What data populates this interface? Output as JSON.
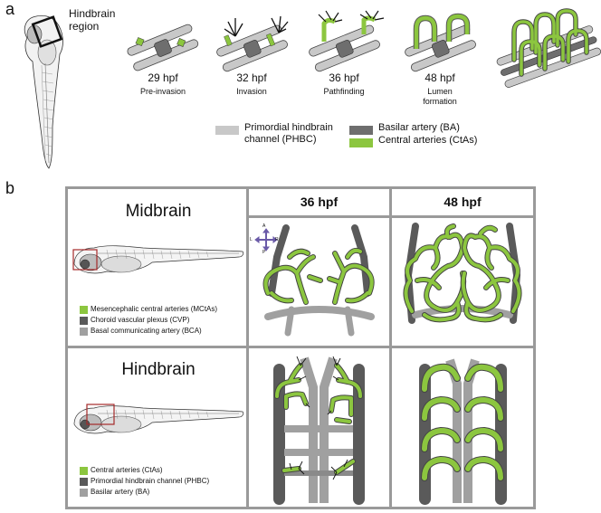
{
  "panel_a": {
    "letter": "a",
    "region_label": "Hindbrain\nregion",
    "stages": [
      {
        "time": "29 hpf",
        "desc": "Pre-invasion"
      },
      {
        "time": "32 hpf",
        "desc": "Invasion"
      },
      {
        "time": "36 hpf",
        "desc": "Pathfinding"
      },
      {
        "time": "48 hpf",
        "desc": "Lumen\nformation"
      }
    ],
    "legend": [
      {
        "label": "Primordial hindbrain\nchannel (PHBC)",
        "color": "#c8c8c8"
      },
      {
        "label": "Basilar artery (BA)",
        "color": "#6e6e6e"
      },
      {
        "label": "Central arteries (CtAs)",
        "color": "#8cc63f"
      }
    ]
  },
  "panel_b": {
    "letter": "b",
    "col_headers": [
      "36 hpf",
      "48 hpf"
    ],
    "compass": {
      "a": "A",
      "p": "P",
      "l": "L",
      "r": "R"
    },
    "rows": [
      {
        "title": "Midbrain",
        "legend": [
          {
            "label": "Mesencephalic central arteries (MCtAs)",
            "color": "#8cc63f"
          },
          {
            "label": "Choroid vascular plexus (CVP)",
            "color": "#5a5a5a"
          },
          {
            "label": "Basal communicating artery (BCA)",
            "color": "#a0a0a0"
          }
        ]
      },
      {
        "title": "Hindbrain",
        "legend": [
          {
            "label": "Central arteries (CtAs)",
            "color": "#8cc63f"
          },
          {
            "label": "Primordial hindbrain channel (PHBC)",
            "color": "#5a5a5a"
          },
          {
            "label": "Basilar artery (BA)",
            "color": "#a0a0a0"
          }
        ]
      }
    ]
  }
}
